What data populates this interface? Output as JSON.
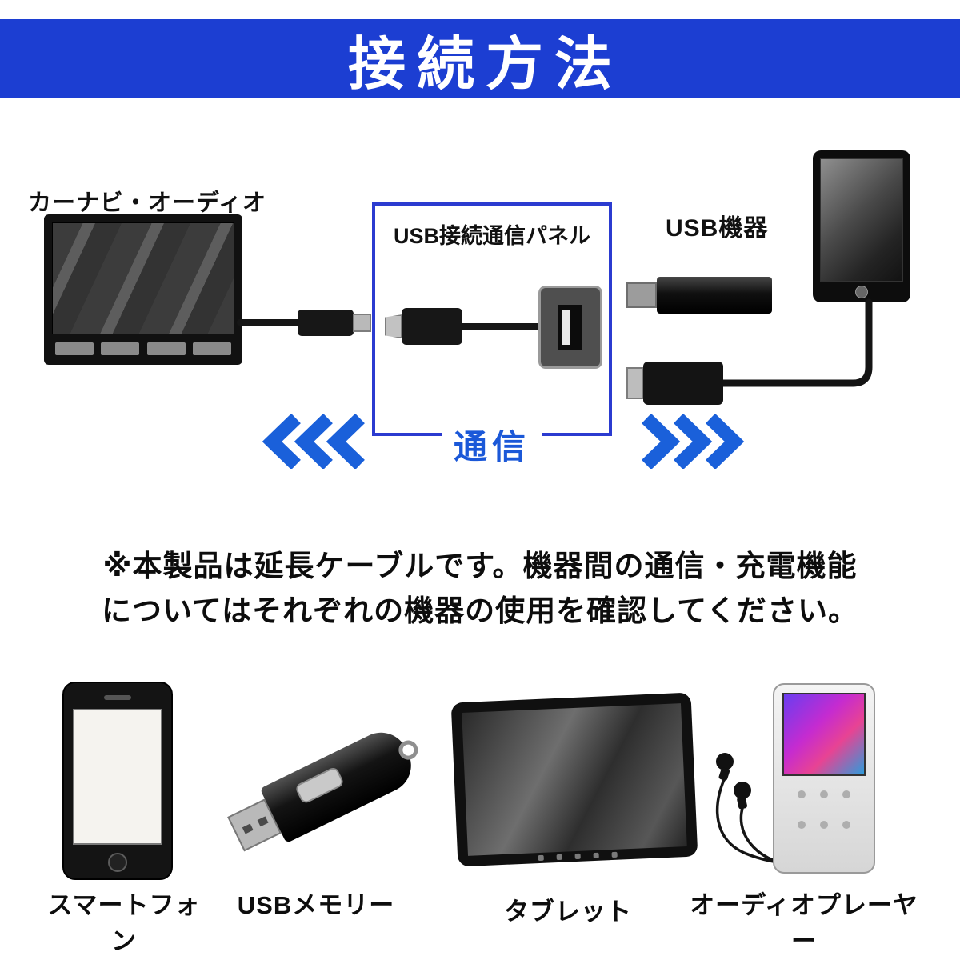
{
  "header": {
    "title": "接続方法"
  },
  "diagram": {
    "car_audio_label": "カーナビ・オーディオ",
    "panel_label": "USB接続通信パネル",
    "usb_device_label": "USB機器",
    "communication_label": "通信"
  },
  "note": {
    "line1": "※本製品は延長ケーブルです。機器間の通信・充電機能",
    "line2": "についてはそれぞれの機器の使用を確認してください。"
  },
  "products": [
    {
      "name": "smartphone",
      "label": "スマートフォン"
    },
    {
      "name": "usb-memory",
      "label": "USBメモリー"
    },
    {
      "name": "tablet",
      "label": "タブレット"
    },
    {
      "name": "audio-player",
      "label": "オーディオプレーヤー"
    }
  ],
  "colors": {
    "header_bg": "#1c3ed2",
    "arrow_blue": "#1a60da",
    "box_border_blue": "#2b3bd0",
    "communication_text_blue": "#1b58d8"
  }
}
